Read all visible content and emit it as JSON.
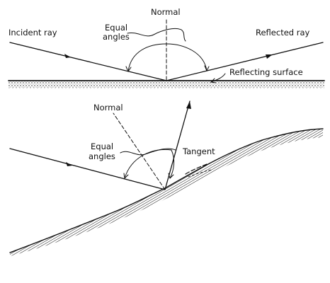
{
  "top_panel": {
    "normal_label": "Normal",
    "incident_label": "Incident ray",
    "reflected_label": "Reflected ray",
    "equal_angles_line1": "Equal",
    "equal_angles_line2": "angles",
    "surface_label": "Reflecting surface"
  },
  "bottom_panel": {
    "normal_label": "Normal",
    "equal_angles_line1": "Equal",
    "equal_angles_line2": "angles",
    "tangent_label": "Tangent"
  },
  "colors": {
    "ink": "#111111",
    "background": "#ffffff"
  }
}
